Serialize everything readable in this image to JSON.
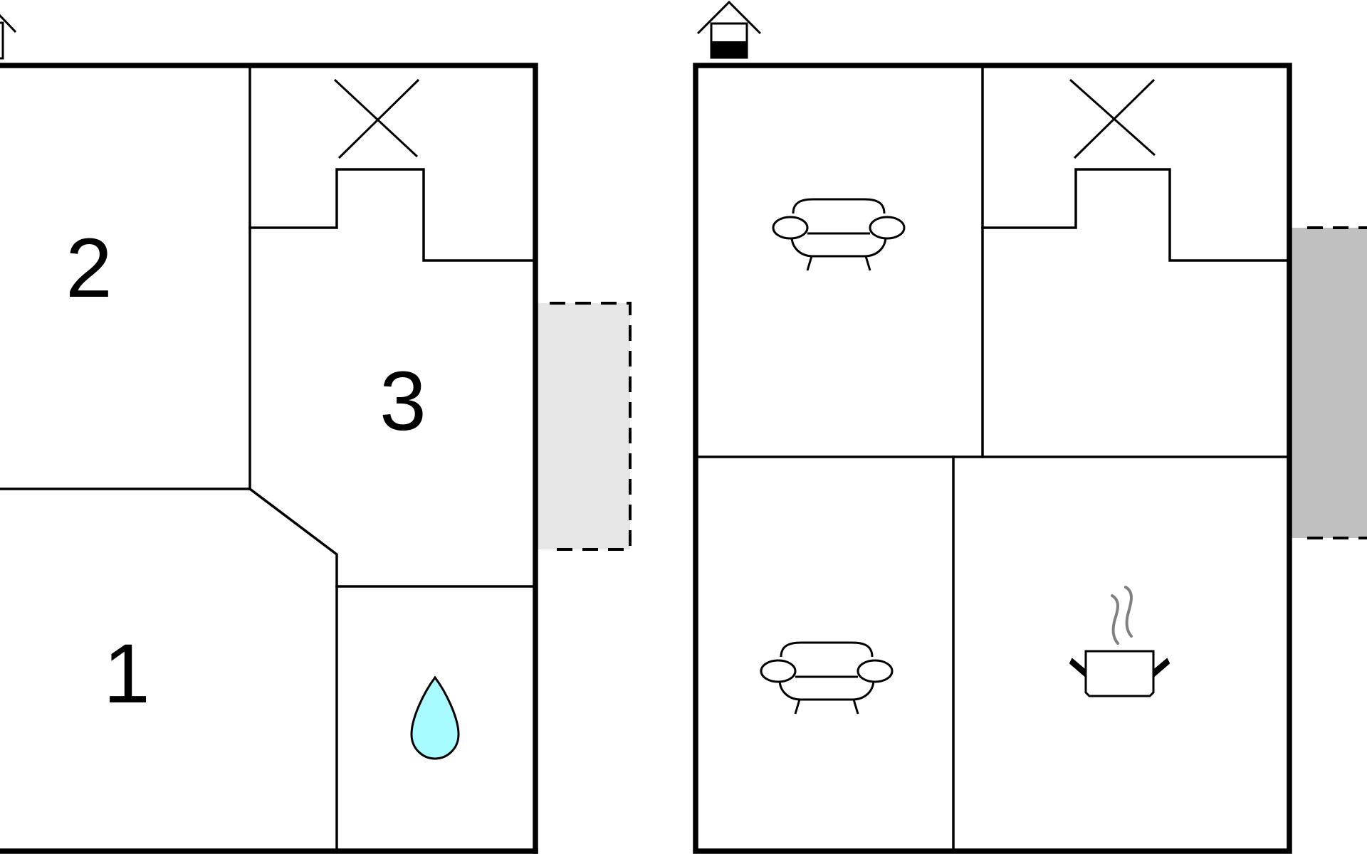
{
  "floors": [
    {
      "name": "ground-floor",
      "house_icon": "house-ground-floor-icon",
      "rooms": [
        {
          "id": "room-1",
          "label": "1"
        },
        {
          "id": "room-2",
          "label": "2"
        },
        {
          "id": "room-3",
          "label": "3"
        }
      ],
      "icons": [
        "staircase-x-icon",
        "water-drop-icon"
      ],
      "terrace": {
        "fill": "#e6e6e6"
      }
    },
    {
      "name": "upper-floor",
      "house_icon": "house-upper-floor-icon",
      "icons": [
        "staircase-x-icon",
        "sofa-icon",
        "sofa-icon",
        "cooking-pot-icon"
      ],
      "terrace": {
        "fill": "#c0c0c0"
      }
    }
  ],
  "colors": {
    "wall": "#000000",
    "water_drop": "#a8fcff",
    "steam": "#808080"
  }
}
